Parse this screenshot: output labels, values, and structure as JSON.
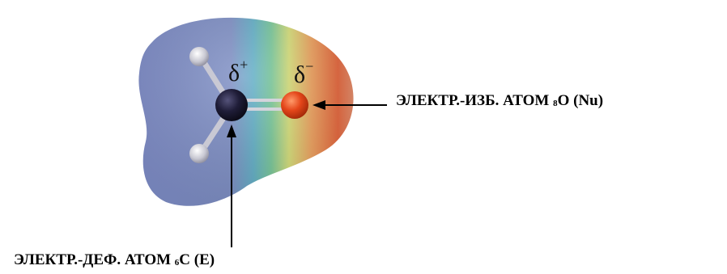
{
  "labels": {
    "nucleophile": {
      "pre": "ЭЛЕКТР.-ИЗБ. АТОМ ",
      "sub": "8",
      "post": "O (Nu)"
    },
    "electrophile": {
      "pre": "ЭЛЕКТР.-ДЕФ. АТОМ ",
      "sub": "6",
      "post": "C (E)"
    }
  },
  "charges": {
    "carbon": {
      "symbol": "δ",
      "sign": "+"
    },
    "oxygen": {
      "symbol": "δ",
      "sign": "−"
    }
  },
  "colors": {
    "carbon_atom": "#1c1a33",
    "oxygen_atom": "#e04010",
    "hydrogen_atom": "#d6d6dc",
    "surface_positive": "#7f8cc8",
    "surface_negative": "#e8603c",
    "arrow": "#000000"
  }
}
